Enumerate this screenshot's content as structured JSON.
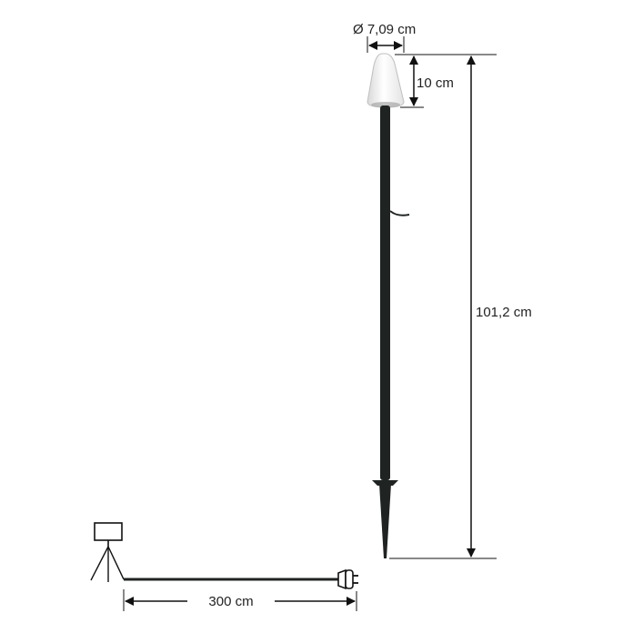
{
  "dimensions": {
    "diameter": "Ø 7,09 cm",
    "shade_height": "10 cm",
    "total_height": "101,2 cm",
    "cable_length": "300 cm"
  },
  "colors": {
    "pole": "#1f2322",
    "line": "#111111",
    "shade": "#f2f2f2"
  },
  "icons": [
    "spotlight-tripod-icon",
    "plug-icon"
  ]
}
